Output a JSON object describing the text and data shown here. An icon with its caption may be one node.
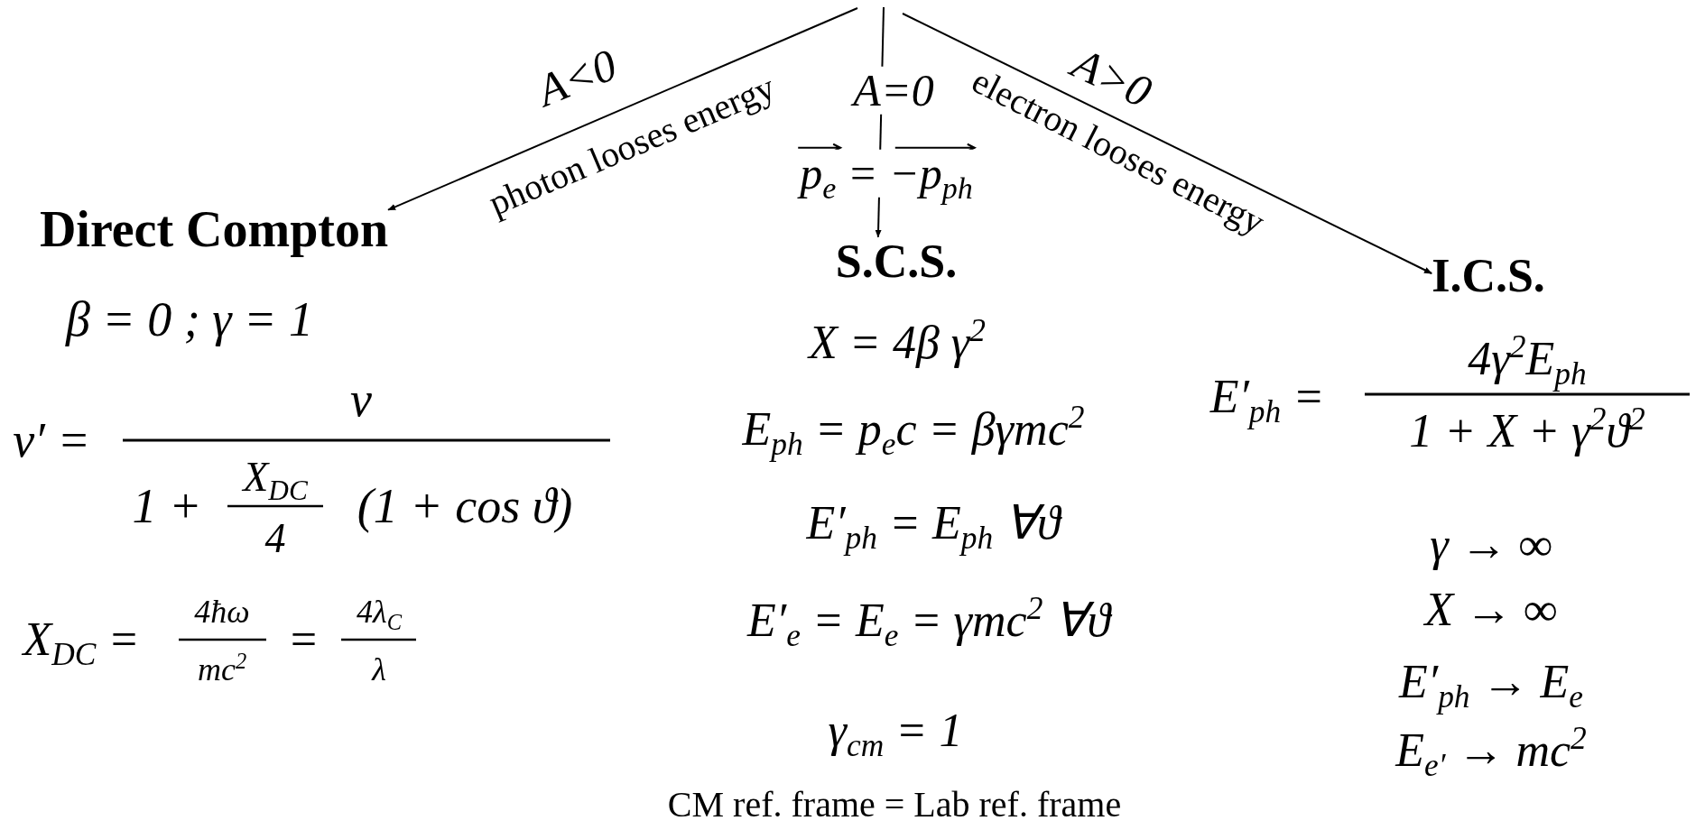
{
  "diagram": {
    "nodes": [
      {
        "text": [
          "Direct Compton"
        ]
      },
      {
        "text": [
          "S.C.S."
        ]
      },
      {
        "text": [
          "I.C.S."
        ]
      }
    ],
    "edges": [
      {
        "from": null,
        "to": 0,
        "arrow": "to",
        "label": "A<0"
      },
      {
        "from": null,
        "to": 1,
        "arrow": "to",
        "label": "A=0"
      },
      {
        "from": null,
        "to": 2,
        "arrow": "to",
        "label": "A>0"
      }
    ],
    "labels": [
      "photon looses energy",
      "p$_{e}$ = −p$_{ph}$",
      "electron looses energy",
      "β = 0 ; γ = 1",
      "ν′ =",
      "ν",
      "1 +",
      "X$_{DC}$",
      "4",
      "(1 + cos ϑ)",
      "X$_{DC}$ =",
      "4ħω",
      "mc$^{2}$",
      "=",
      "4λ$_{C}$",
      "λ",
      "X = 4β γ$^{2}$",
      "E$_{ph}$ = p$_{e}$c = βγmc$^{2}$",
      "E′$_{ph}$ = E$_{ph}$ ∀ϑ",
      "E′$_{e}$ = E$_{e}$ = γmc$^{2}$ ∀ϑ",
      "γ$_{cm}$ = 1",
      "CM ref. frame = Lab ref. frame",
      "E′$_{ph}$ =",
      "4γ$^{2}$E$_{ph}$",
      "1 + X + γ$^{2}$ϑ$^{2}$",
      "γ → ∞",
      "X → ∞",
      "E′$_{ph}$ → E$_{e}$",
      "E$_{e′}$ → mc$^{2}$"
    ]
  }
}
